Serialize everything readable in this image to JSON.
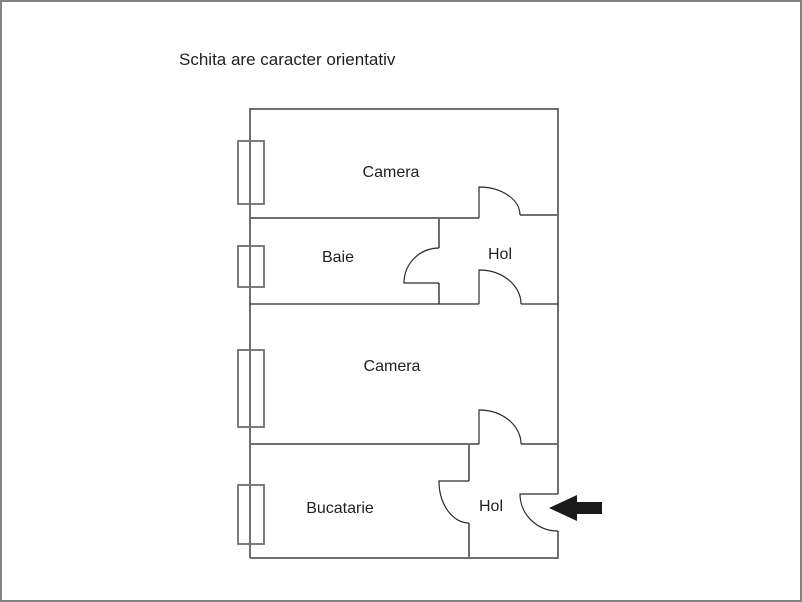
{
  "page": {
    "title": "Schita are caracter orientativ"
  },
  "floor_plan": {
    "rooms": [
      {
        "id": "camera-top",
        "label": "Camera"
      },
      {
        "id": "baie",
        "label": "Baie"
      },
      {
        "id": "hol-top",
        "label": "Hol"
      },
      {
        "id": "camera-middle",
        "label": "Camera"
      },
      {
        "id": "bucatarie",
        "label": "Bucatarie"
      },
      {
        "id": "hol-bottom",
        "label": "Hol"
      }
    ],
    "entrance_arrow": {
      "direction": "left"
    },
    "colors": {
      "wall": "#6f6f6f",
      "detail_line": "#2b2b2b",
      "arrow": "#1a1a1a",
      "text": "#1f1f1f",
      "page_border": "#848484",
      "background": "#ffffff"
    }
  }
}
